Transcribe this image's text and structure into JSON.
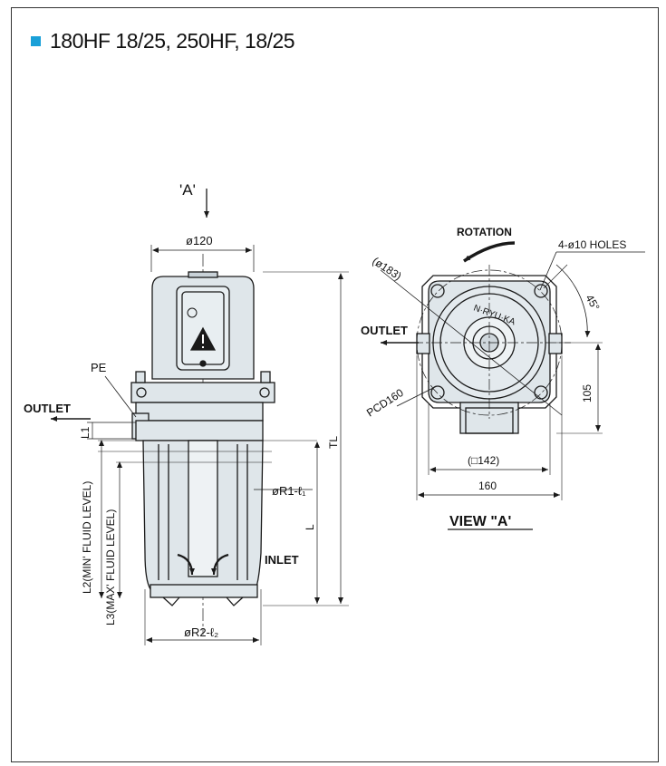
{
  "title": "180HF 18/25, 250HF, 18/25",
  "colors": {
    "accent": "#1aa0d8",
    "body_fill": "#dfe6ea",
    "line": "#1a1a1a"
  },
  "side_view": {
    "view_marker": "'A'",
    "diameter_top": "ø120",
    "pe_label": "PE",
    "outlet_label": "OUTLET",
    "l1": "L1",
    "l2": "L2(MIN' FLUID LEVEL)",
    "l3": "L3(MAX' FLUID LEVEL)",
    "tl": "TL",
    "l": "L",
    "r1": "øR1-ℓ₁",
    "inlet": "INLET",
    "r2": "øR2-ℓ₂"
  },
  "view_a": {
    "rotation": "ROTATION",
    "holes": "4-ø10 HOLES",
    "diameter_183": "(ø183)",
    "angle": "45°",
    "outlet": "OUTLET",
    "pcd": "PCD160",
    "height_105": "105",
    "square_142": "(□142)",
    "width_160": "160",
    "brand": "N·RYU·KA",
    "caption": "VIEW \"A'"
  }
}
